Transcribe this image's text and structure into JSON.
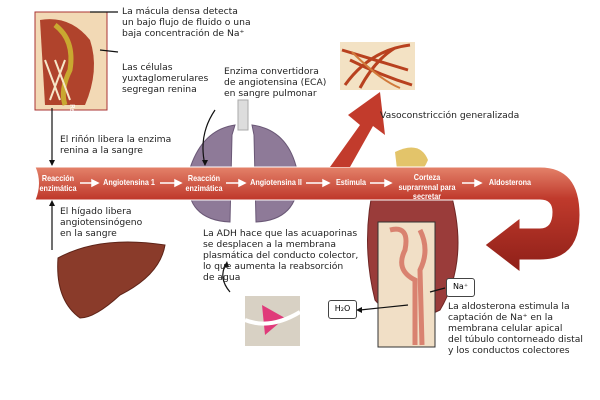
{
  "labels": {
    "macula": [
      "La mácula densa detecta",
      "un bajo flujo de fluido o una",
      "baja concentración de Na⁺"
    ],
    "jg": [
      "Las células",
      "yuxtaglomerulares",
      "segregan renina"
    ],
    "renina_tag": "Renina",
    "eca": [
      "Enzima convertidora",
      "de angiotensina (ECA)",
      "en sangre pulmonar"
    ],
    "vaso": "Vasoconstricción generalizada",
    "rinon": [
      "El riñón libera la enzima",
      "renina a la sangre"
    ],
    "higado": [
      "El hígado libera",
      "angiotensinógeno",
      "en la sangre"
    ],
    "adh": [
      "La ADH hace que las acuaporinas",
      "se desplacen a la membrana",
      "plasmática del conducto colector,",
      "lo que aumenta la reabsorción",
      "de agua"
    ],
    "aldo": [
      "La aldosterona estimula la",
      "captación de Na⁺ en la",
      "membrana celular apical",
      "del túbulo contorneado distal",
      "y los conductos colectores"
    ],
    "na": "Na⁺",
    "h2o": "H₂O"
  },
  "pathway": {
    "steps": [
      "Reacción enzimática",
      "Angiotensina 1",
      "Reacción enzimática",
      "Angiotensina II",
      "Estimula",
      "Corteza suprarrenal para secretar",
      "Aldosterona"
    ]
  },
  "colors": {
    "band": "#b8312a",
    "band_light": "#e06a50",
    "organ": "#8a3b2a",
    "lung": "#8e7a98"
  }
}
